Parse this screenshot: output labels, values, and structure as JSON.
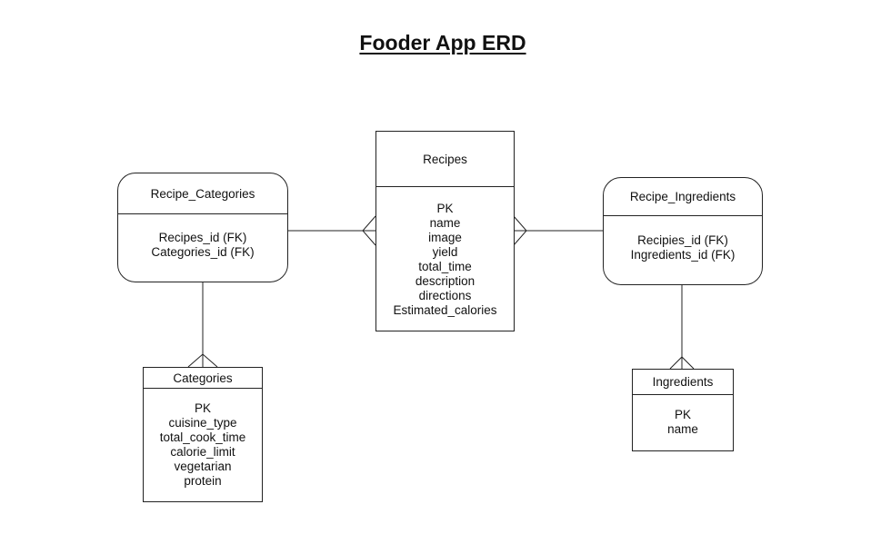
{
  "title": "Fooder App ERD",
  "colors": {
    "line": "#222222",
    "background": "#ffffff"
  },
  "entities": {
    "recipes": {
      "name": "Recipes",
      "attributes": [
        "PK",
        "name",
        "image",
        "yield",
        "total_time",
        "description",
        "directions",
        "Estimated_calories"
      ]
    },
    "recipe_categories": {
      "name": "Recipe_Categories",
      "attributes": [
        "Recipes_id (FK)",
        "Categories_id (FK)"
      ]
    },
    "recipe_ingredients": {
      "name": "Recipe_Ingredients",
      "attributes": [
        "Recipies_id (FK)",
        "Ingredients_id (FK)"
      ]
    },
    "categories": {
      "name": "Categories",
      "attributes": [
        "PK",
        "cuisine_type",
        "total_cook_time",
        "calorie_limit",
        "vegetarian",
        "protein"
      ]
    },
    "ingredients": {
      "name": "Ingredients",
      "attributes": [
        "PK",
        "name"
      ]
    }
  },
  "relationships": [
    {
      "from": "recipe_categories",
      "to": "recipes",
      "notation": "crows-foot-at-recipes"
    },
    {
      "from": "recipe_ingredients",
      "to": "recipes",
      "notation": "crows-foot-at-recipes"
    },
    {
      "from": "recipe_categories",
      "to": "categories",
      "notation": "crows-foot-at-categories"
    },
    {
      "from": "recipe_ingredients",
      "to": "ingredients",
      "notation": "crows-foot-at-ingredients"
    }
  ]
}
